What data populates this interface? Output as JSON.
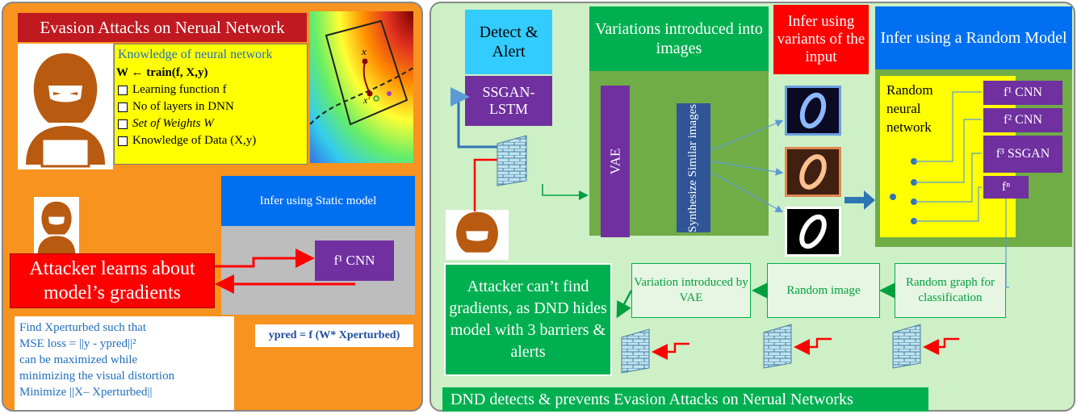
{
  "left": {
    "title": "Evasion Attacks on Nerual Network",
    "knowledge": {
      "heading": "Knowledge of neural network",
      "train": "W ← train(f, X,y)",
      "items": [
        "Learning function f",
        "No of layers in DNN",
        "Set of Weights W",
        "Knowledge of Data (X,y)"
      ]
    },
    "plot": {
      "point_x": "x",
      "point_x2": "x′"
    },
    "static_model": {
      "title": "Infer using Static model",
      "cnn": "f¹ CNN"
    },
    "attacker_learns": "Attacker learns about model’s gradients",
    "find_text": [
      "Find Xperturbed such that",
      "MSE loss = ||y - ypred||²",
      "can be maximized while",
      "minimizing the visual distortion",
      "Minimize ||X– Xperturbed||"
    ],
    "formula": "ypred = f (W* Xperturbed)"
  },
  "right": {
    "detect": "Detect & Alert",
    "ssgan_lstm": "SSGAN-LSTM",
    "variations": "Variations introduced into images",
    "vae": "VAE",
    "synthesize": "Synthesize Similar images",
    "infer_variants": "Infer using variants of the input",
    "infer_random": "Infer using a Random Model",
    "random_nn": "Random neural network",
    "models": [
      "f¹ CNN",
      "f² CNN",
      "f³ SSGAN",
      "fⁿ"
    ],
    "random_graph": "Random graph for classification",
    "random_image": "Random image",
    "variation_vae": "Variation introduced by VAE",
    "cant_find": "Attacker can’t find gradients, as DND hides model with 3 barriers & alerts",
    "footer": "DND detects & prevents Evasion Attacks on Nerual Networks"
  },
  "colors": {
    "orange": "#f7931e",
    "light_green": "#cdf0c6",
    "red": "#ff0000",
    "green": "#00b050",
    "purple": "#7030a0",
    "blue": "#0070f0",
    "yellow": "#ffff00"
  }
}
